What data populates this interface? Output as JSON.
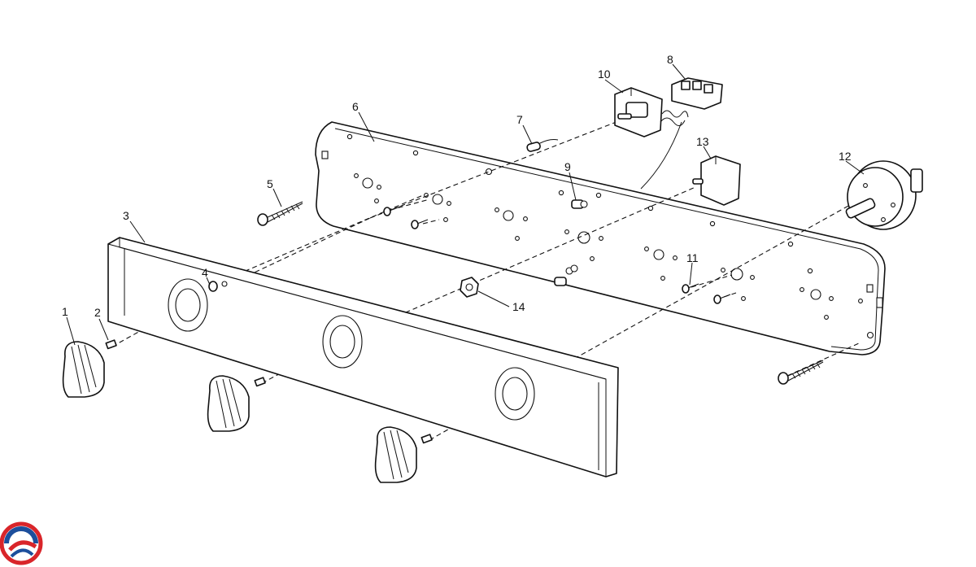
{
  "diagram": {
    "callouts": [
      {
        "id": "callout-1",
        "text": "1"
      },
      {
        "id": "callout-2",
        "text": "2"
      },
      {
        "id": "callout-3",
        "text": "3"
      },
      {
        "id": "callout-4",
        "text": "4"
      },
      {
        "id": "callout-5",
        "text": "5"
      },
      {
        "id": "callout-6",
        "text": "6"
      },
      {
        "id": "callout-7",
        "text": "7"
      },
      {
        "id": "callout-8",
        "text": "8"
      },
      {
        "id": "callout-9",
        "text": "9"
      },
      {
        "id": "callout-10",
        "text": "10"
      },
      {
        "id": "callout-11",
        "text": "11"
      },
      {
        "id": "callout-12",
        "text": "12"
      },
      {
        "id": "callout-13",
        "text": "13"
      },
      {
        "id": "callout-14",
        "text": "14"
      }
    ]
  },
  "logo": {
    "icon": "brand-logo-icon",
    "colors": [
      "#d9252a",
      "#1d4f9c"
    ]
  }
}
